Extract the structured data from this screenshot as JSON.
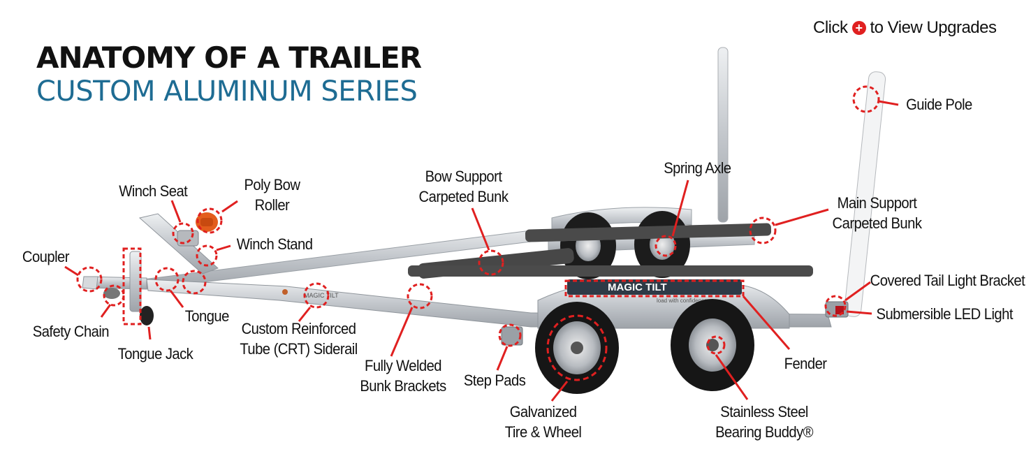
{
  "header": {
    "title": "ANATOMY OF A TRAILER",
    "subtitle": "CUSTOM ALUMINUM SERIES"
  },
  "hint": {
    "prefix": "Click",
    "icon": "plus-circle-icon",
    "suffix": "to View Upgrades"
  },
  "colors": {
    "title": "#111111",
    "subtitle": "#1e6c93",
    "accent": "#e02020",
    "bunk": "#4a4a4a",
    "aluminum": "#c9ccd0"
  },
  "labels": {
    "coupler": "Coupler",
    "safety_chain": "Safety Chain",
    "tongue_jack": "Tongue Jack",
    "tongue": "Tongue",
    "winch_seat": "Winch Seat",
    "poly_bow_roller": "Poly Bow\nRoller",
    "winch_stand": "Winch Stand",
    "crt_siderail": "Custom Reinforced\nTube (CRT) Siderail",
    "bow_support_bunk": "Bow Support\nCarpeted Bunk",
    "fully_welded_brackets": "Fully Welded\nBunk Brackets",
    "step_pads": "Step Pads",
    "galvanized_tire": "Galvanized\nTire & Wheel",
    "spring_axle": "Spring Axle",
    "stainless_bearing": "Stainless Steel\nBearing Buddy®",
    "fender": "Fender",
    "main_support_bunk": "Main Support\nCarpeted Bunk",
    "guide_pole": "Guide Pole",
    "covered_tail_light": "Covered Tail Light Bracket",
    "submersible_led": "Submersible LED Light"
  },
  "decals": {
    "fender_brand": "MAGIC TILT",
    "tagline": "load with confidence",
    "siderail_brand": "MAGIC TILT"
  }
}
